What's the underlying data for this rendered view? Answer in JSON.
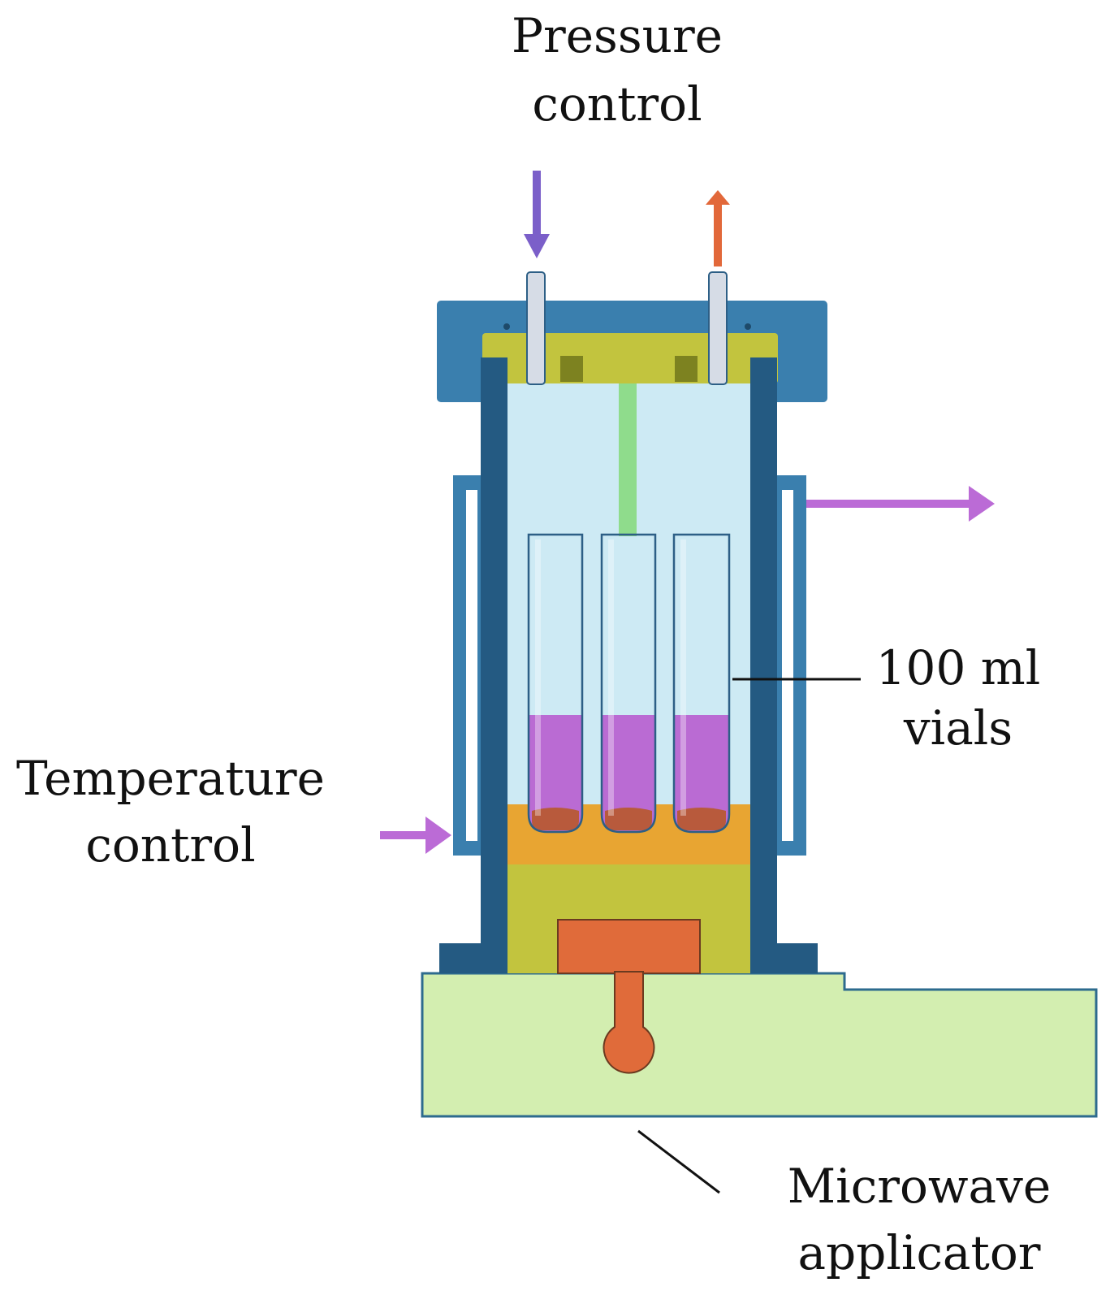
{
  "labels": {
    "pressure_line1": "Pressure",
    "pressure_line2": "control",
    "vials_line1": "100 ml",
    "vials_line2": "vials",
    "temperature_line1": "Temperature",
    "temperature_line2": "control",
    "microwave_line1": "Microwave",
    "microwave_line2": "applicator"
  },
  "colors": {
    "vessel_outer_blue": "#3a7fae",
    "vessel_wall_blue": "#245a82",
    "lid_olive": "#c2c43e",
    "chamber_light_blue": "#cdeaf4",
    "stirrer_green": "#8fdc8c",
    "liquid_magenta": "#ba6bd3",
    "vial_bottom": "#b85a3c",
    "heating_block_orange": "#e8a532",
    "applicator_base_green": "#d3eeb0",
    "antenna_orange": "#e06b3a",
    "inlet_arrow_purple": "#7b5fc9",
    "outlet_arrow_orange": "#e2683a",
    "coolant_arrow_violet": "#bb6bd6"
  }
}
